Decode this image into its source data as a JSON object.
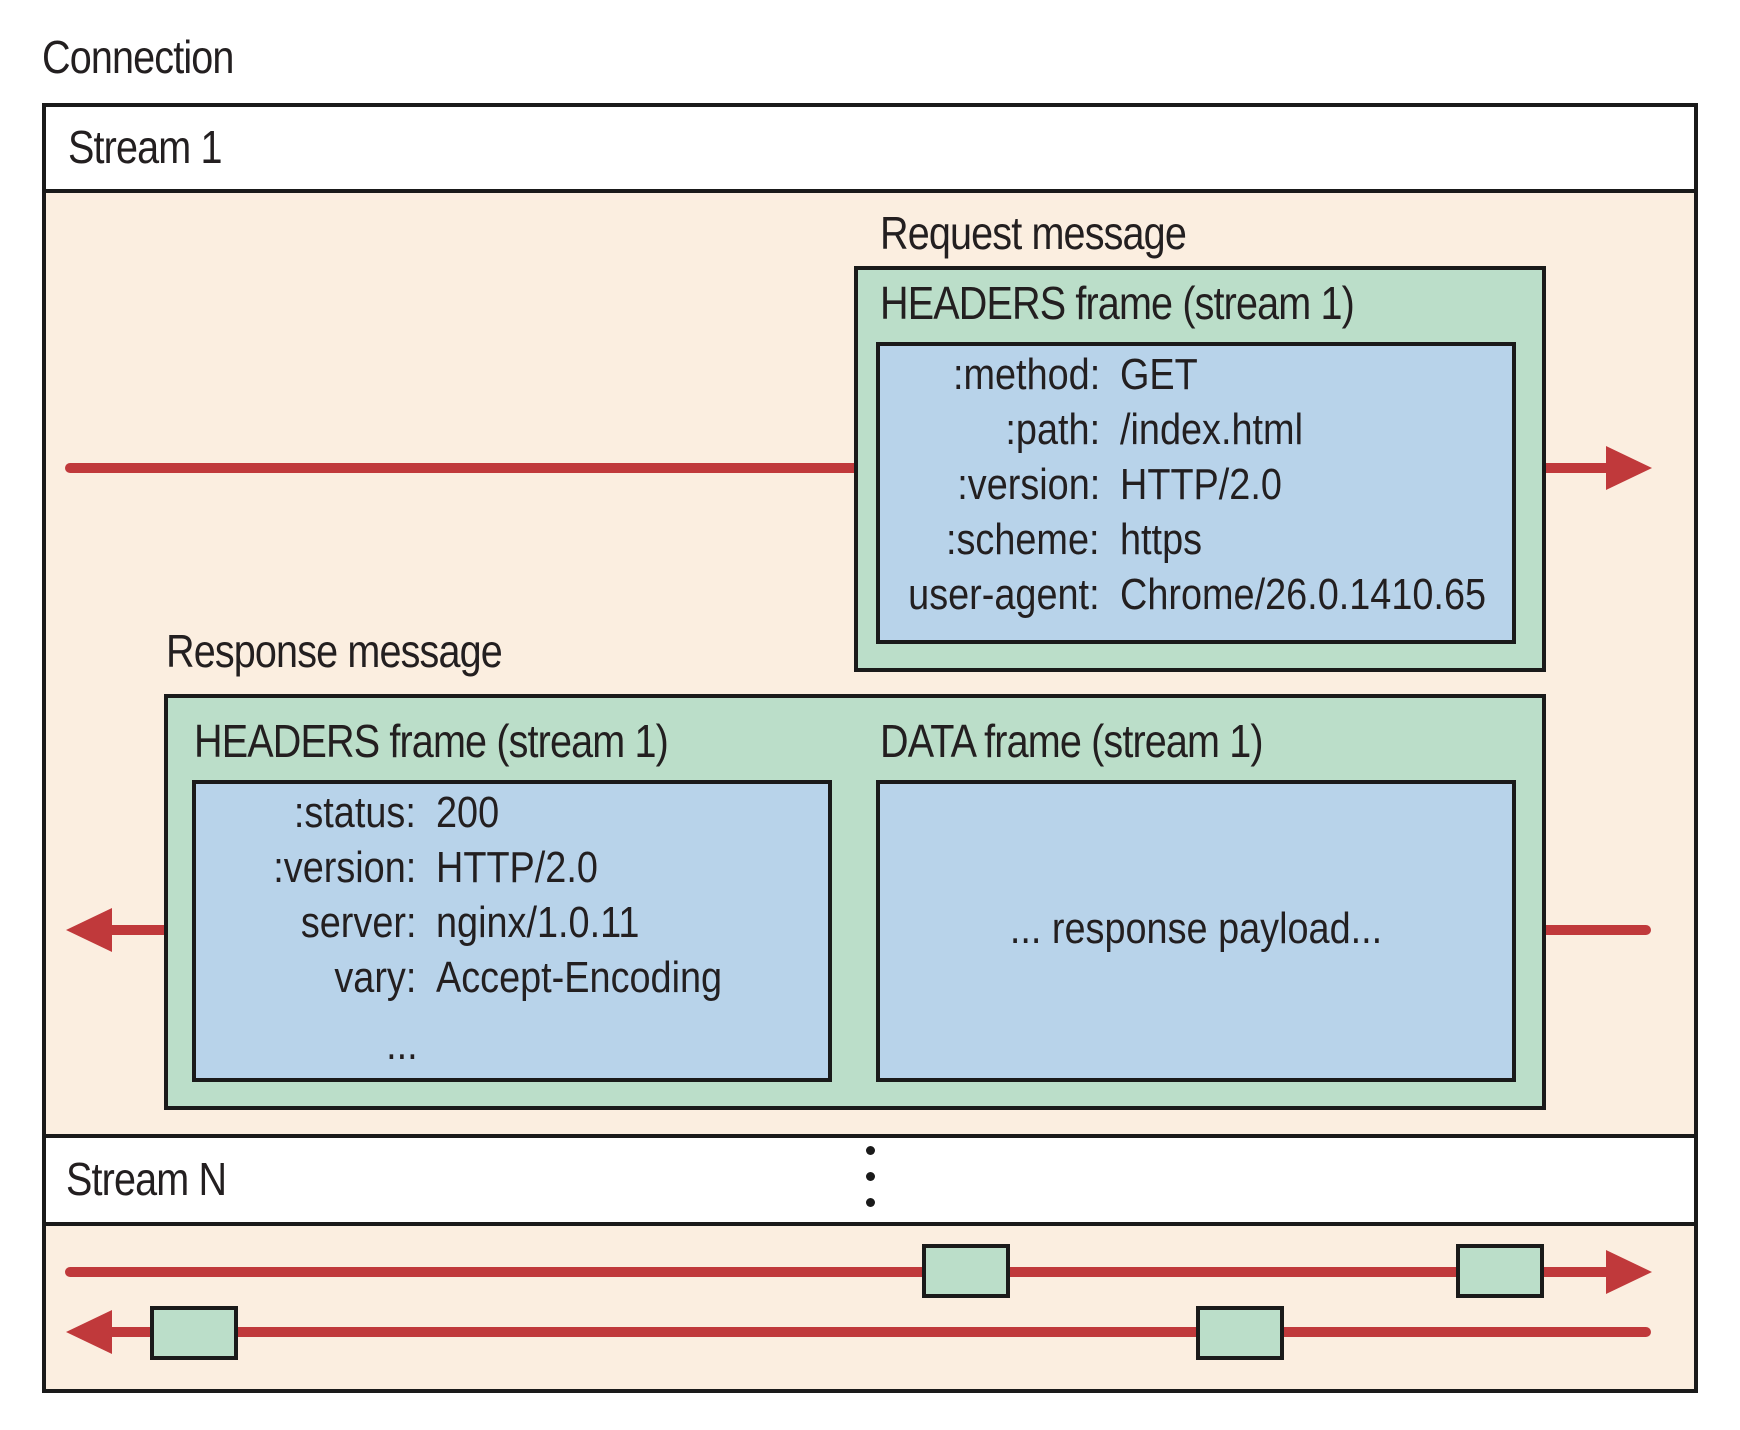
{
  "connection_label": "Connection",
  "stream1": {
    "label": "Stream 1",
    "request": {
      "label": "Request message",
      "headers_frame_label": "HEADERS frame (stream 1)",
      "headers": [
        {
          "key": ":method:",
          "value": "GET"
        },
        {
          "key": ":path:",
          "value": "/index.html"
        },
        {
          "key": ":version:",
          "value": "HTTP/2.0"
        },
        {
          "key": ":scheme:",
          "value": "https"
        },
        {
          "key": "user-agent:",
          "value": "Chrome/26.0.1410.65"
        }
      ]
    },
    "response": {
      "label": "Response message",
      "headers_frame_label": "HEADERS frame (stream 1)",
      "headers": [
        {
          "key": ":status:",
          "value": "200"
        },
        {
          "key": ":version:",
          "value": "HTTP/2.0"
        },
        {
          "key": "server:",
          "value": "nginx/1.0.11"
        },
        {
          "key": "vary:",
          "value": "Accept-Encoding"
        }
      ],
      "headers_more": "...",
      "data_frame_label": "DATA frame (stream 1)",
      "payload": "... response payload..."
    }
  },
  "streamN": {
    "label": "Stream N",
    "ellipsis": "⋮"
  },
  "colors": {
    "arrow": "#c0393b",
    "stream_bg": "#fbeee0",
    "frame_bg": "#bbdec9",
    "header_block_bg": "#b8d3ea"
  }
}
